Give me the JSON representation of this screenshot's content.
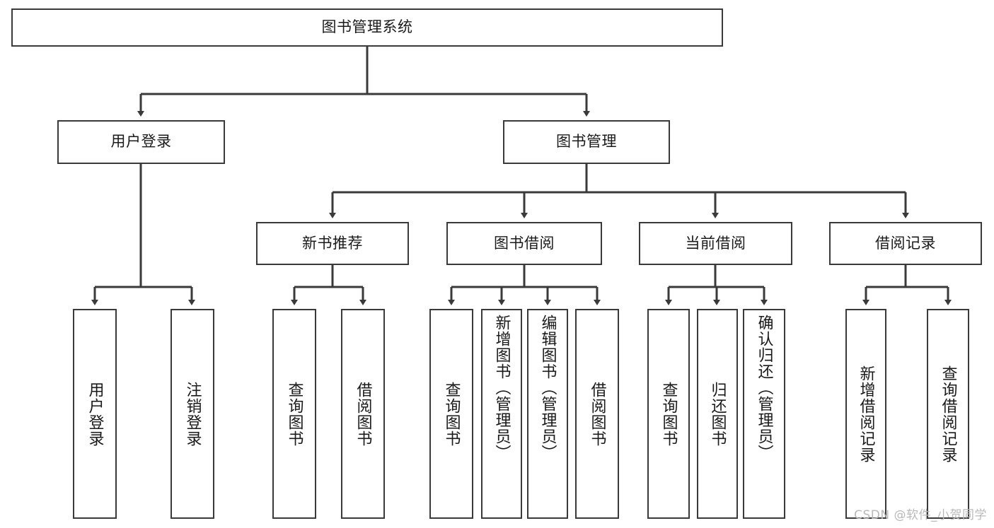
{
  "diagram": {
    "title": "图书管理系统",
    "watermark": "CSDN @软件_小贺同学",
    "line_color": "#3a3a3a",
    "text_color": "#1a1a1a",
    "background": "#ffffff",
    "levels": {
      "root": {
        "label": "图书管理系统"
      },
      "level2": [
        {
          "label": "用户登录"
        },
        {
          "label": "图书管理"
        }
      ],
      "level3": [
        {
          "label": "新书推荐"
        },
        {
          "label": "图书借阅"
        },
        {
          "label": "当前借阅"
        },
        {
          "label": "借阅记录"
        }
      ],
      "leaves": {
        "user_login": [
          {
            "label": "用户登录"
          },
          {
            "label": "注销登录"
          }
        ],
        "new_book_recommend": [
          {
            "label": "查询图书"
          },
          {
            "label": "借阅图书"
          }
        ],
        "book_borrow": [
          {
            "label": "查询图书"
          },
          {
            "label": "新增图书（管理员）"
          },
          {
            "label": "编辑图书（管理员）"
          },
          {
            "label": "借阅图书"
          }
        ],
        "current_borrow": [
          {
            "label": "查询图书"
          },
          {
            "label": "归还图书"
          },
          {
            "label": "确认归还（管理员）"
          }
        ],
        "borrow_record": [
          {
            "label": "新增借阅记录"
          },
          {
            "label": "查询借阅记录"
          }
        ]
      }
    }
  }
}
